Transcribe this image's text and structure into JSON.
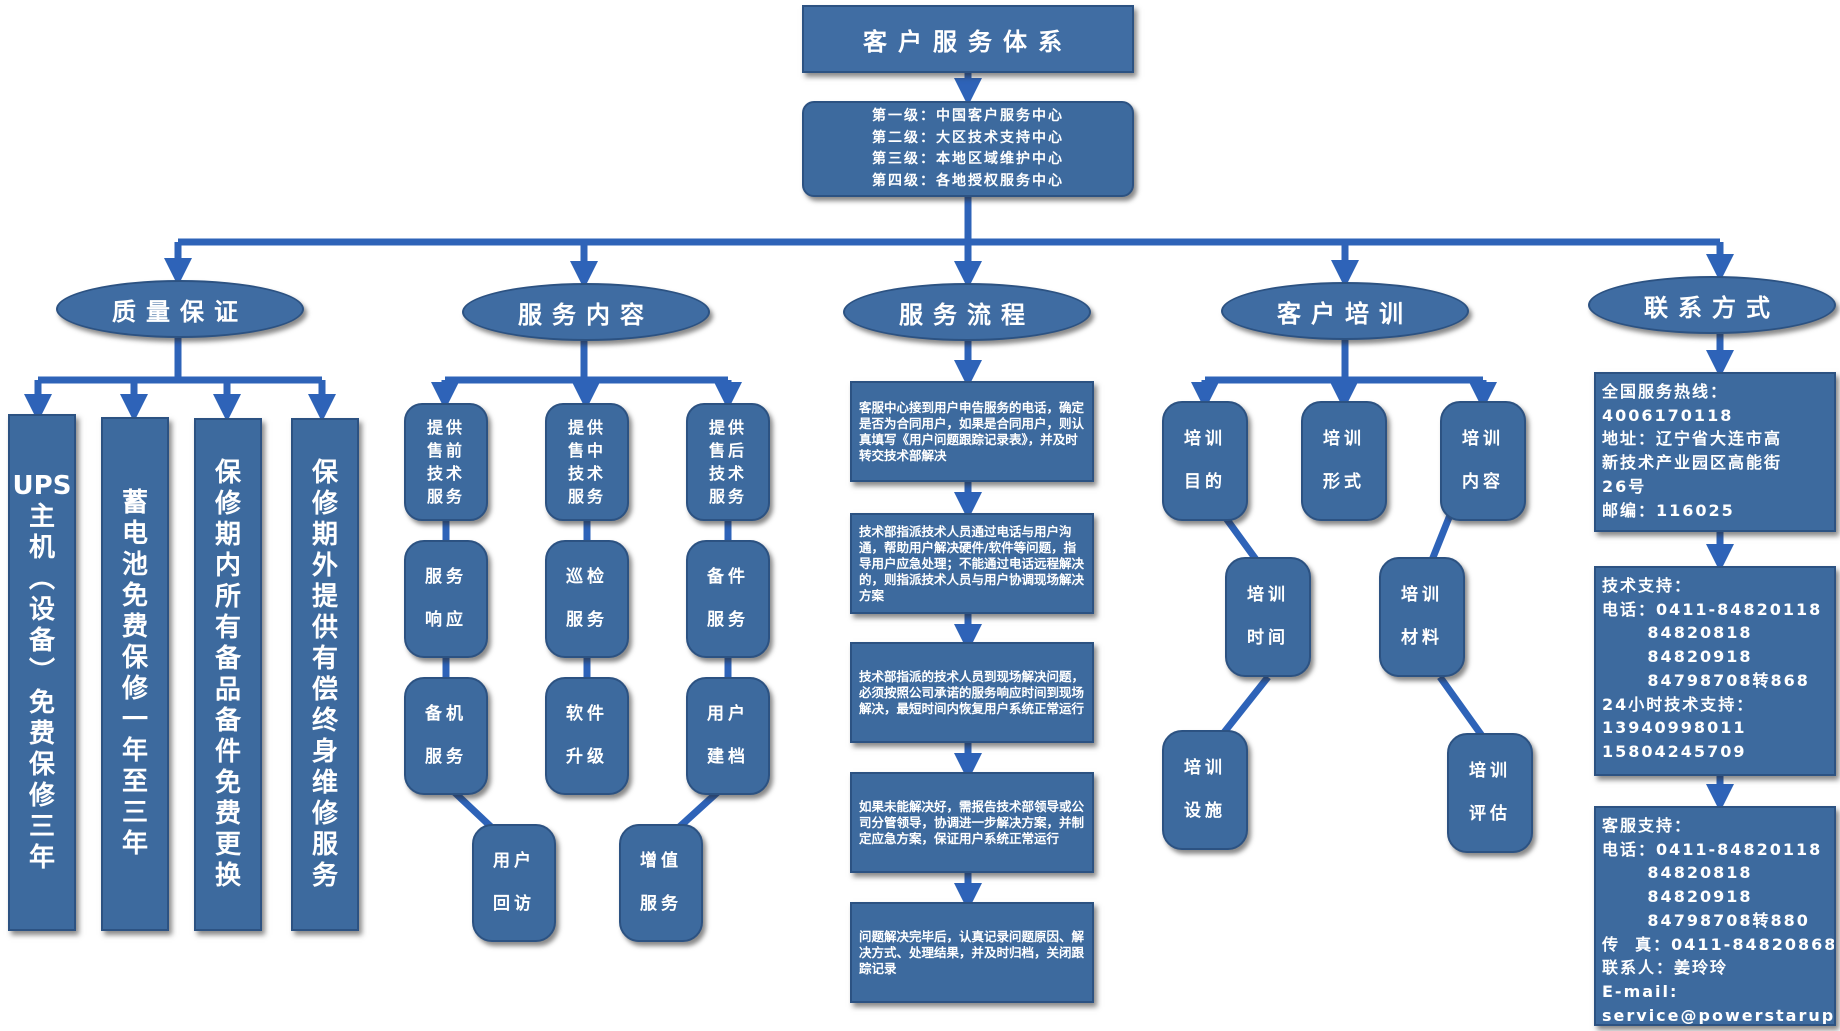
{
  "title": "客户服务体系",
  "levels": [
    "第一级：中国客户服务中心",
    "第二级：大区技术支持中心",
    "第三级：本地区域维护中心",
    "第四级：各地授权服务中心"
  ],
  "categories": {
    "quality": "质量保证",
    "content": "服务内容",
    "process": "服务流程",
    "training": "客户培训",
    "contact": "联系方式"
  },
  "quality_items": [
    "UPS主机（设备）免费保修三年",
    "蓄电池免费保修一年至三年",
    "保修期内所有备品备件免费更换",
    "保修期外提供有偿终身维修服务"
  ],
  "content_items": {
    "pre_sale": "提供售前技术服务",
    "in_sale": "提供售中技术服务",
    "after_sale": "提供售后技术服务",
    "response": "服务响应",
    "inspection": "巡检服务",
    "spare_parts": "备件服务",
    "backup": "备机服务",
    "upgrade": "软件升级",
    "user_file": "用户建档",
    "revisit": "用户回访",
    "value_added": "增值服务"
  },
  "process_steps": [
    "客服中心接到用户申告服务的电话，确定是否为合同用户，如果是合同用户，则认真填写《用户问题跟踪记录表》，并及时转交技术部解决",
    "技术部指派技术人员通过电话与用户沟通，帮助用户解决硬件/软件等问题，指导用户应急处理；不能通过电话远程解决的，则指派技术人员与用户协调现场解决方案",
    "技术部指派的技术人员到现场解决问题，必须按照公司承诺的服务响应时间到现场解决，最短时间内恢复用户系统正常运行",
    "如果未能解决好，需报告技术部领导或公司分管领导，协调进一步解决方案，并制定应急方案，保证用户系统正常运行",
    "问题解决完毕后，认真记录问题原因、解决方式、处理结果，并及时归档，关闭跟踪记录"
  ],
  "training_items": {
    "purpose": "培训目的",
    "form": "培训形式",
    "content": "培训内容",
    "time": "培训时间",
    "material": "培训材料",
    "facility": "培训设施",
    "evaluation": "培训评估"
  },
  "contact": {
    "hotline": "全国服务热线：\n4006170118\n地址：辽宁省大连市高\n新技术产业园区高能街\n26号\n邮编：116025",
    "tech": "技术支持：\n电话：0411-84820118\n      84820818\n      84820918\n      84798708转868\n24小时技术支持：\n13940998011\n15804245709",
    "service": "客服支持：\n电话：0411-84820118\n      84820818\n      84820918\n      84798708转880\n传  真：0411-84820868\n联系人：姜玲玲\nE-mail:\nservice@powerstarup\ns.com"
  },
  "colors": {
    "box_fill": "#3d6a9e",
    "box_border": "#2c5282",
    "connector": "#2e63b8",
    "text": "#ffffff"
  }
}
